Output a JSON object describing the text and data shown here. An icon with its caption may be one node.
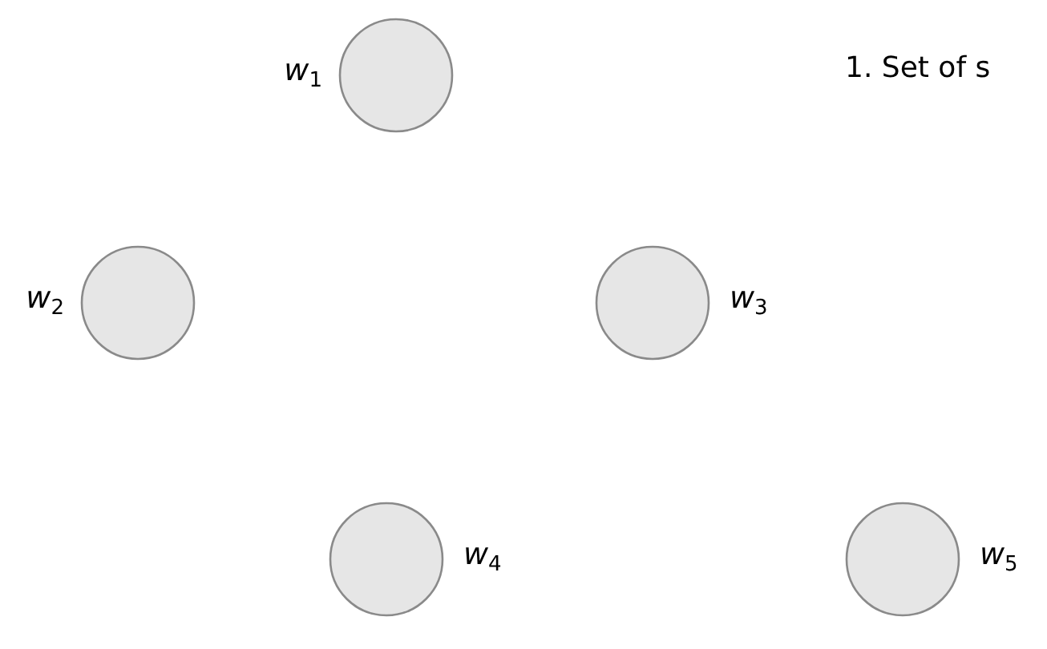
{
  "diagram": {
    "nodes": [
      {
        "text": [],
        "shape": "circle",
        "beside": [
          "*w*$_{1}$"
        ]
      },
      {
        "text": [],
        "shape": "circle",
        "beside": [
          "*w*$_{2}$"
        ]
      },
      {
        "text": [],
        "shape": "circle",
        "beside": [
          "*w*$_{3}$"
        ]
      },
      {
        "text": [],
        "shape": "circle",
        "beside": [
          "*w*$_{4}$"
        ]
      },
      {
        "text": [],
        "shape": "circle",
        "beside": [
          "*w*$_{5}$"
        ]
      }
    ],
    "labels": [
      "1. Set of s"
    ]
  }
}
